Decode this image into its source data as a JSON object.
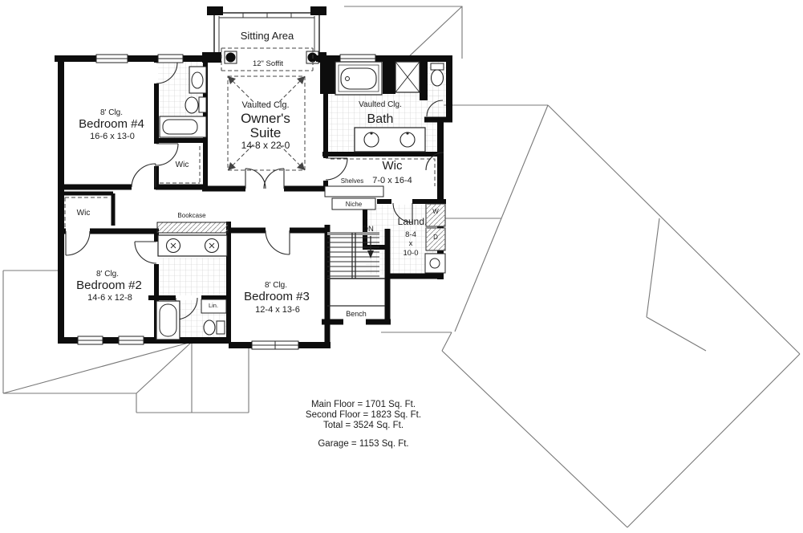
{
  "plan": {
    "title_hint": "Second floor plan",
    "sitting_area": {
      "label": "Sitting Area"
    },
    "soffit_label": "12\" Soffit",
    "bedroom4": {
      "ceiling": "8' Clg.",
      "name": "Bedroom #4",
      "dims": "16-6 x 13-0"
    },
    "owners_suite": {
      "ceiling": "Vaulted Clg.",
      "name_line1": "Owner's",
      "name_line2": "Suite",
      "dims": "14-8 x 22-0"
    },
    "bath": {
      "ceiling": "Vaulted Clg.",
      "name": "Bath"
    },
    "wic_owner": {
      "name": "Wic",
      "dims": "7-0 x 16-4"
    },
    "wic_center": {
      "name": "Wic"
    },
    "wic_left": {
      "name": "Wic"
    },
    "bedroom2": {
      "ceiling": "8' Clg.",
      "name": "Bedroom #2",
      "dims": "14-6 x 12-8"
    },
    "bedroom3": {
      "ceiling": "8' Clg.",
      "name": "Bedroom #3",
      "dims": "12-4 x 13-6"
    },
    "laundry": {
      "name": "Laund.",
      "dim_line1": "8-4",
      "dim_line2": "x",
      "dim_line3": "10-0",
      "washer": "W",
      "dryer": "D"
    },
    "features": {
      "bookcase": "Bookcase",
      "shelves": "Shelves",
      "niche": "Niche",
      "linen": "Lin.",
      "bench": "Bench",
      "stairs_down": "DN"
    },
    "summary": {
      "main_floor": "Main Floor = 1701 Sq. Ft.",
      "second_floor": "Second Floor = 1823 Sq. Ft.",
      "total": "Total = 3524 Sq. Ft.",
      "garage": "Garage = 1153 Sq. Ft."
    },
    "colors": {
      "wall": "#0d0d0d",
      "roof_line": "#787878",
      "tile_line": "#c8c8c8"
    }
  }
}
